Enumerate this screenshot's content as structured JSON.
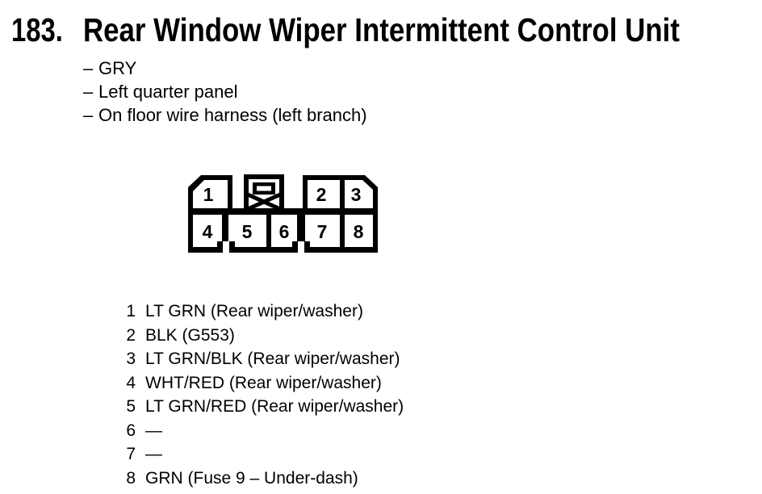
{
  "heading": {
    "number": "183.",
    "title": "Rear Window Wiper Intermittent Control Unit"
  },
  "details": {
    "bullet": "–",
    "items": [
      "GRY",
      "Left quarter panel",
      "On floor wire harness (left branch)"
    ]
  },
  "connector": {
    "description": "8-cavity connector face view with center latch and keyway notches",
    "top_row": [
      "1",
      "2",
      "3"
    ],
    "bottom_row": [
      "4",
      "5",
      "6",
      "7",
      "8"
    ]
  },
  "pins": [
    {
      "number": "1",
      "description": "LT GRN (Rear wiper/washer)"
    },
    {
      "number": "2",
      "description": "BLK (G553)"
    },
    {
      "number": "3",
      "description": "LT GRN/BLK (Rear wiper/washer)"
    },
    {
      "number": "4",
      "description": "WHT/RED (Rear wiper/washer)"
    },
    {
      "number": "5",
      "description": "LT GRN/RED (Rear wiper/washer)"
    },
    {
      "number": "6",
      "description": "—"
    },
    {
      "number": "7",
      "description": "—"
    },
    {
      "number": "8",
      "description": "GRN (Fuse 9 – Under-dash)"
    }
  ],
  "colors": {
    "ink": "#000000",
    "paper": "#ffffff"
  }
}
